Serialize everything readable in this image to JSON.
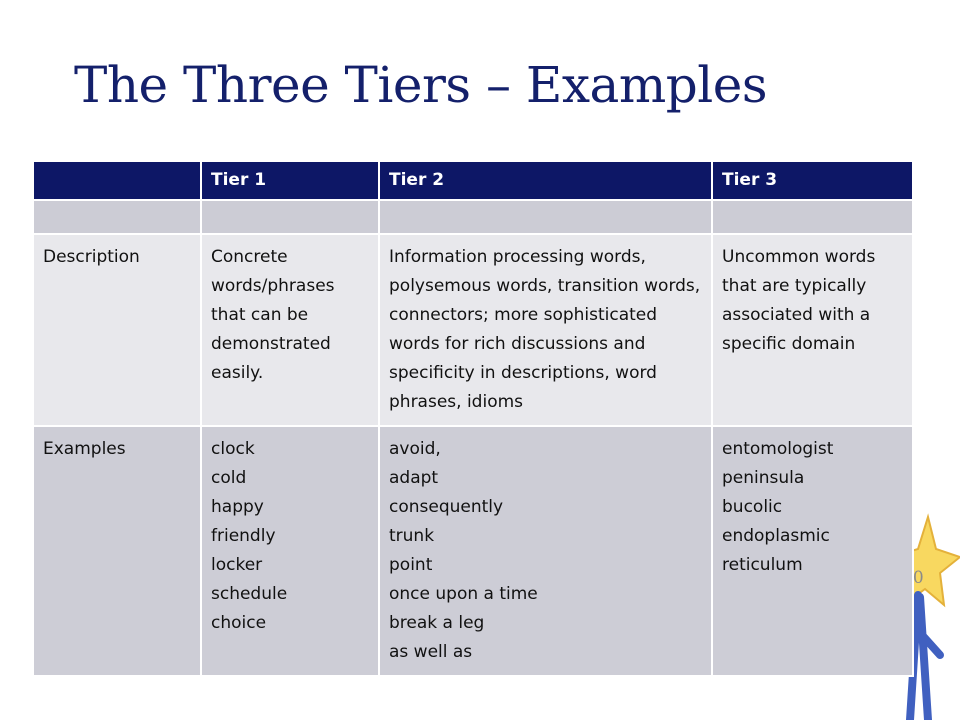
{
  "slide": {
    "title": "The Three Tiers – Examples",
    "page_number": "40"
  },
  "table": {
    "headers": [
      "",
      "Tier 1",
      "Tier 2",
      "Tier 3"
    ],
    "description": {
      "label": "Description",
      "tier1": "Concrete words/phrases that can be demonstrated easily.",
      "tier2": "Information processing words, polysemous words, transition words, connectors; more sophisticated words for rich discussions and specificity in descriptions, word phrases, idioms",
      "tier3": "Uncommon words that are typically associated with a specific domain"
    },
    "examples": {
      "label": "Examples",
      "tier1": [
        "clock",
        "cold",
        "happy",
        "friendly",
        "locker",
        "schedule",
        "choice"
      ],
      "tier2": [
        "avoid,",
        "adapt",
        "consequently",
        "trunk",
        "point",
        "once upon a time",
        "break a leg",
        "as well as"
      ],
      "tier3": [
        "entomologist",
        "peninsula",
        "bucolic",
        "endoplasmic",
        "reticulum"
      ]
    }
  },
  "colors": {
    "title": "#14206b",
    "header_bg": "#0d1766",
    "row_light": "#e8e8ec",
    "row_dark": "#cdcdd6",
    "star": "#f8d860"
  }
}
